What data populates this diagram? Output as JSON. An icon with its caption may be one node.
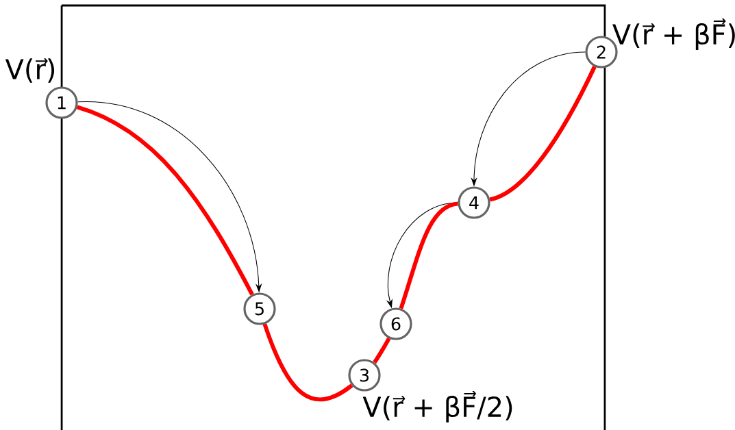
{
  "diagram": {
    "nodes": [
      {
        "text": [
          "1"
        ],
        "beside": [
          "V(r⃗)"
        ]
      },
      {
        "text": [
          "2"
        ],
        "beside": [
          "V(r⃗ + βF⃗)"
        ]
      },
      {
        "text": [
          "3"
        ],
        "beside": [
          "V(r⃗ + βF⃗/2)"
        ]
      },
      {
        "text": [
          "4"
        ]
      },
      {
        "text": [
          "5"
        ]
      },
      {
        "text": [
          "6"
        ]
      }
    ],
    "edges": [
      {
        "from": 0,
        "to": 4,
        "arrow": "to",
        "color": "#000000"
      },
      {
        "from": 1,
        "to": 3,
        "arrow": "to",
        "color": "#000000"
      },
      {
        "from": 3,
        "to": 5,
        "arrow": "to",
        "color": "#000000"
      },
      {
        "from": 0,
        "to": 4,
        "arrow": "none",
        "color": "#ff0000"
      },
      {
        "from": 4,
        "to": 2,
        "arrow": "none",
        "color": "#ff0000"
      },
      {
        "from": 2,
        "to": 5,
        "arrow": "none",
        "color": "#ff0000"
      },
      {
        "from": 5,
        "to": 3,
        "arrow": "none",
        "color": "#ff0000"
      },
      {
        "from": 3,
        "to": 1,
        "arrow": "none",
        "color": "#ff0000"
      }
    ]
  }
}
